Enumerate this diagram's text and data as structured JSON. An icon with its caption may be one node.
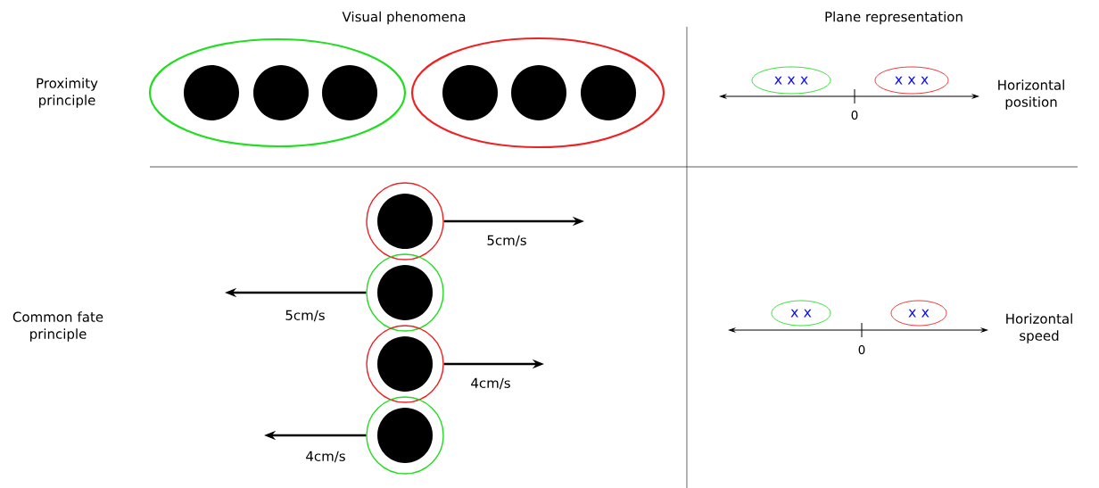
{
  "diagram": {
    "nodes": [
      {
        "text": [],
        "shape": "ellipse"
      },
      {
        "text": [],
        "shape": "circle",
        "in": 0
      },
      {
        "text": [],
        "shape": "circle",
        "in": 0
      },
      {
        "text": [],
        "shape": "circle",
        "in": 0
      },
      {
        "text": [],
        "shape": "ellipse"
      },
      {
        "text": [],
        "shape": "circle",
        "in": 4
      },
      {
        "text": [],
        "shape": "circle",
        "in": 4
      },
      {
        "text": [],
        "shape": "circle",
        "in": 4
      },
      {
        "text": [
          "x x x"
        ]
      },
      {
        "text": [
          "x x x"
        ]
      },
      {
        "text": [],
        "shape": "circle"
      },
      {
        "text": [],
        "shape": "circle",
        "in": 10
      },
      {
        "text": [],
        "shape": "circle"
      },
      {
        "text": [],
        "shape": "circle",
        "in": 12
      },
      {
        "text": [],
        "shape": "circle"
      },
      {
        "text": [],
        "shape": "circle",
        "in": 14
      },
      {
        "text": [],
        "shape": "circle"
      },
      {
        "text": [],
        "shape": "circle",
        "in": 16
      },
      {
        "text": [
          "x x"
        ]
      },
      {
        "text": [
          "x x"
        ]
      }
    ],
    "edges": [
      {
        "from": 10,
        "to": null,
        "arrow": "to",
        "label": "5cm/s"
      },
      {
        "from": 12,
        "to": null,
        "arrow": "to",
        "label": "5cm/s"
      },
      {
        "from": 14,
        "to": null,
        "arrow": "to",
        "label": "4cm/s"
      },
      {
        "from": 16,
        "to": null,
        "arrow": "to",
        "label": "4cm/s"
      }
    ],
    "labels": [
      "Visual phenomena",
      "Plane representation",
      "Proximity principle",
      "Horizontal position",
      "0",
      "Common fate principle",
      "Horizontal speed",
      "0"
    ]
  }
}
